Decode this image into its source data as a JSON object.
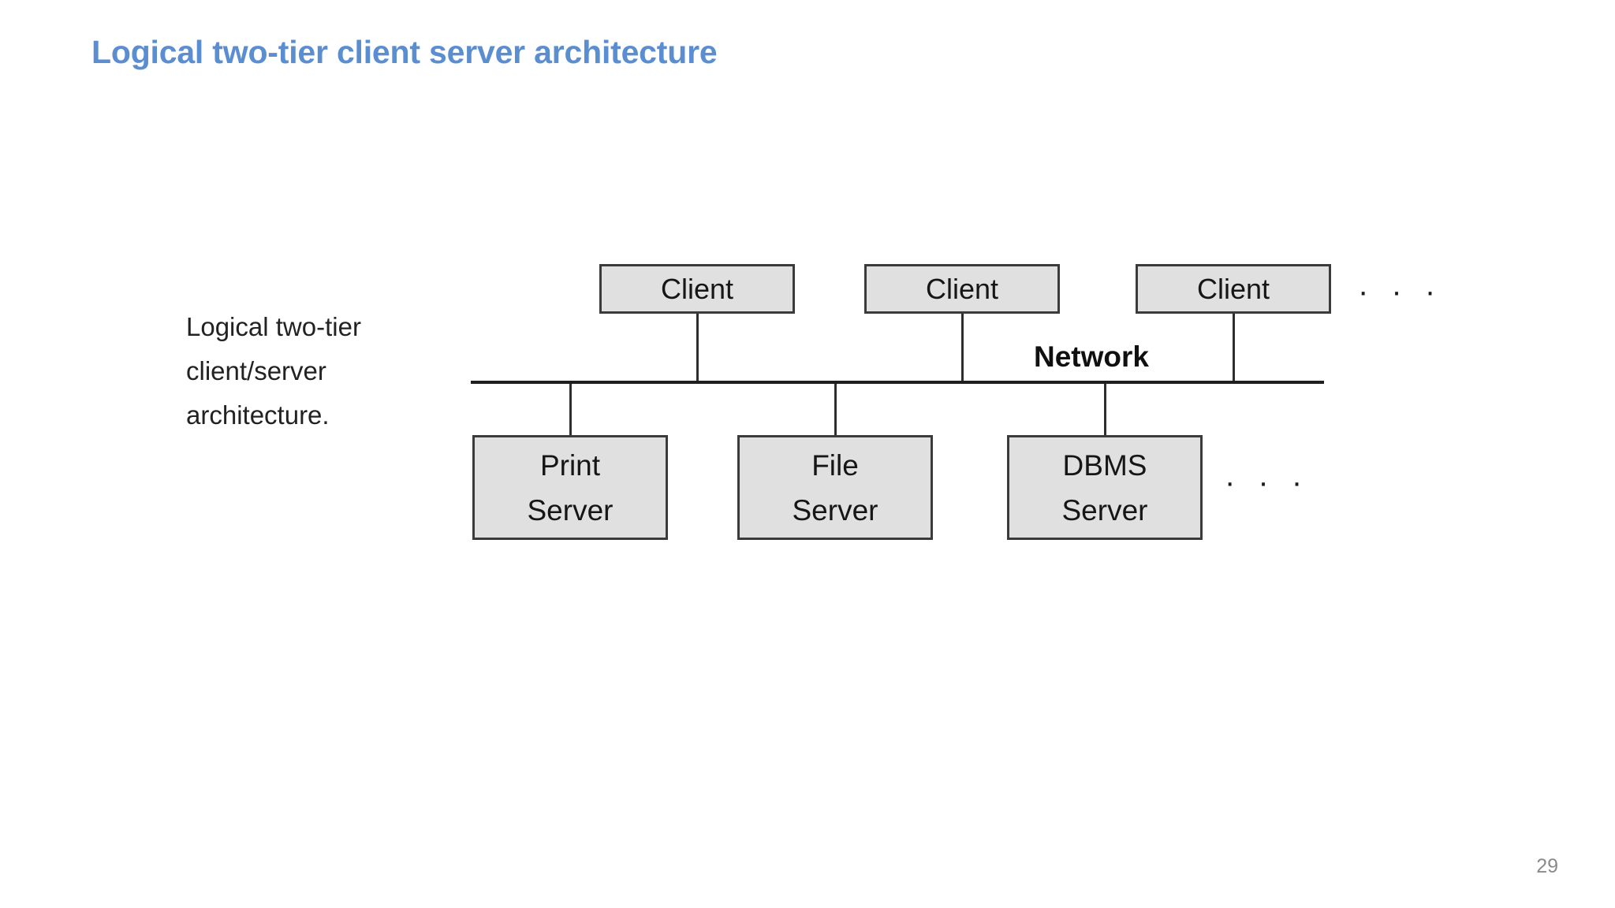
{
  "slide": {
    "title": "Logical two-tier client server architecture",
    "title_color": "#5a8ed1",
    "page_number": "29",
    "background_color": "#ffffff"
  },
  "figure": {
    "caption_lines": [
      "Logical two-tier",
      "client/server",
      "architecture."
    ],
    "network_label": "Network",
    "top_ellipsis": "· · ·",
    "bottom_ellipsis": "· · ·",
    "box_fill_color": "#e0e0e0",
    "box_border_color": "#3b3b3b",
    "line_color": "#2e2e2e",
    "clients": [
      {
        "label": "Client"
      },
      {
        "label": "Client"
      },
      {
        "label": "Client"
      }
    ],
    "servers": [
      {
        "line1": "Print",
        "line2": "Server"
      },
      {
        "line1": "File",
        "line2": "Server"
      },
      {
        "line1": "DBMS",
        "line2": "Server"
      }
    ]
  }
}
